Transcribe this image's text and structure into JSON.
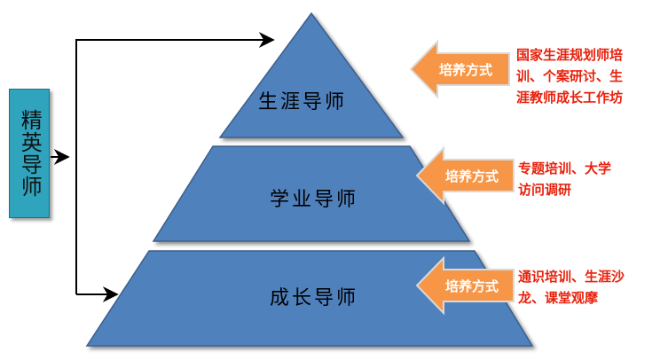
{
  "elite": {
    "label": "精英导师"
  },
  "tiers": [
    {
      "label": "生涯导师"
    },
    {
      "label": "学业导师"
    },
    {
      "label": "成长导师"
    }
  ],
  "methods": [
    {
      "label": "培养方式",
      "desc_lines": [
        "国家生涯规划师培",
        "训、个案研讨、生",
        "涯教师成长工作坊"
      ]
    },
    {
      "label": "培养方式",
      "desc_lines": [
        "专题培训、大学",
        "访问调研"
      ]
    },
    {
      "label": "培养方式",
      "desc_lines": [
        "通识培训、生涯沙",
        "龙、课堂观摩"
      ]
    }
  ],
  "colors": {
    "pyramid_fill": "#4f81bd",
    "pyramid_stroke": "#3a5f8c",
    "elite_fill": "#30a3bd",
    "method_arrow_fill": "#f79646",
    "method_arrow_stroke": "#d9d9d9",
    "desc_text": "#e8210d",
    "connector": "#000000"
  }
}
